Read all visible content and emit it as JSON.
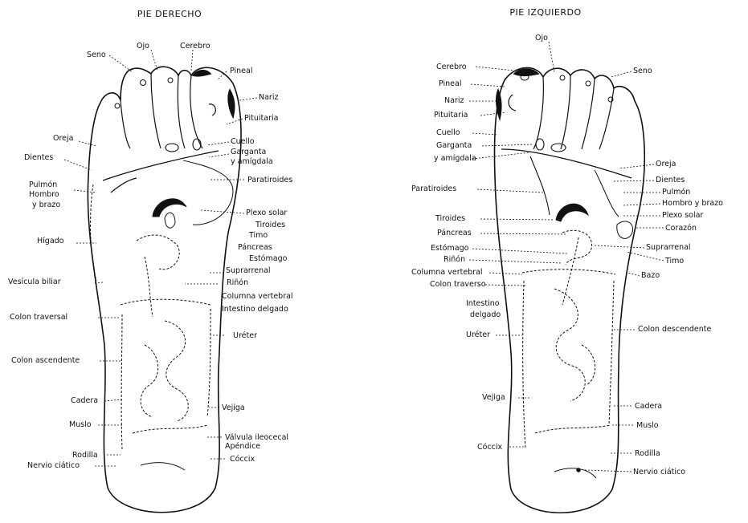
{
  "titles": {
    "right_foot": "PIE DERECHO",
    "left_foot": "PIE IZQUIERDO"
  },
  "right_foot": {
    "labels": [
      {
        "id": "seno",
        "text": "Seno"
      },
      {
        "id": "ojo",
        "text": "Ojo"
      },
      {
        "id": "cerebro",
        "text": "Cerebro"
      },
      {
        "id": "pineal",
        "text": "Pineal"
      },
      {
        "id": "nariz",
        "text": "Nariz"
      },
      {
        "id": "pituitaria",
        "text": "Pituitaria"
      },
      {
        "id": "oreja",
        "text": "Oreja"
      },
      {
        "id": "cuello",
        "text": "Cuello"
      },
      {
        "id": "garganta",
        "text": "Garganta"
      },
      {
        "id": "amigdala",
        "text": "y amígdala"
      },
      {
        "id": "dientes",
        "text": "Dientes"
      },
      {
        "id": "paratiroides",
        "text": "Paratiroides"
      },
      {
        "id": "pulmon",
        "text": "Pulmón"
      },
      {
        "id": "hombro",
        "text": "Hombro"
      },
      {
        "id": "brazo",
        "text": "y brazo"
      },
      {
        "id": "plexo-solar",
        "text": "Plexo solar"
      },
      {
        "id": "tiroides",
        "text": "Tiroides"
      },
      {
        "id": "timo",
        "text": "Timo"
      },
      {
        "id": "higado",
        "text": "Hígado"
      },
      {
        "id": "pancreas",
        "text": "Páncreas"
      },
      {
        "id": "estomago",
        "text": "Estómago"
      },
      {
        "id": "suprarrenal",
        "text": "Suprarrenal"
      },
      {
        "id": "vesicula",
        "text": "Vesícula biliar"
      },
      {
        "id": "rinon",
        "text": "Riñón"
      },
      {
        "id": "columna",
        "text": "Columna vertebral"
      },
      {
        "id": "intestino",
        "text": "Intestino delgado"
      },
      {
        "id": "colon-trans",
        "text": "Colon traversal"
      },
      {
        "id": "ureter",
        "text": "Uréter"
      },
      {
        "id": "colon-asc",
        "text": "Colon ascendente"
      },
      {
        "id": "cadera",
        "text": "Cadera"
      },
      {
        "id": "vejiga",
        "text": "Vejiga"
      },
      {
        "id": "muslo",
        "text": "Muslo"
      },
      {
        "id": "valvula",
        "text": "Válvula ileocecal"
      },
      {
        "id": "apendice",
        "text": "Apéndice"
      },
      {
        "id": "rodilla",
        "text": "Rodilla"
      },
      {
        "id": "coccix",
        "text": "Cóccix"
      },
      {
        "id": "nervio",
        "text": "Nervio ciático"
      }
    ]
  },
  "left_foot": {
    "labels": [
      {
        "id": "ojo",
        "text": "Ojo"
      },
      {
        "id": "cerebro",
        "text": "Cerebro"
      },
      {
        "id": "seno",
        "text": "Seno"
      },
      {
        "id": "pineal",
        "text": "Pineal"
      },
      {
        "id": "nariz",
        "text": "Nariz"
      },
      {
        "id": "pituitaria",
        "text": "Pituitaria"
      },
      {
        "id": "cuello",
        "text": "Cuello"
      },
      {
        "id": "garganta",
        "text": "Garganta"
      },
      {
        "id": "amigdala",
        "text": "y amígdala"
      },
      {
        "id": "oreja",
        "text": "Oreja"
      },
      {
        "id": "dientes",
        "text": "Dientes"
      },
      {
        "id": "pulmon",
        "text": "Pulmón"
      },
      {
        "id": "paratiroides",
        "text": "Paratiroides"
      },
      {
        "id": "hombro",
        "text": "Hombro y brazo"
      },
      {
        "id": "plexo-solar",
        "text": "Plexo solar"
      },
      {
        "id": "tiroides",
        "text": "Tiroides"
      },
      {
        "id": "corazon",
        "text": "Corazón"
      },
      {
        "id": "pancreas",
        "text": "Páncreas"
      },
      {
        "id": "suprarrenal",
        "text": "Suprarrenal"
      },
      {
        "id": "estomago",
        "text": "Estómago"
      },
      {
        "id": "timo",
        "text": "Timo"
      },
      {
        "id": "rinon",
        "text": "Riñón"
      },
      {
        "id": "bazo",
        "text": "Bazo"
      },
      {
        "id": "columna",
        "text": "Columna vertebral"
      },
      {
        "id": "colon-trav",
        "text": "Colon traverso"
      },
      {
        "id": "intestino1",
        "text": "Intestino"
      },
      {
        "id": "intestino2",
        "text": "delgado"
      },
      {
        "id": "colon-desc",
        "text": "Colon descendente"
      },
      {
        "id": "ureter",
        "text": "Uréter"
      },
      {
        "id": "vejiga",
        "text": "Vejiga"
      },
      {
        "id": "cadera",
        "text": "Cadera"
      },
      {
        "id": "muslo",
        "text": "Muslo"
      },
      {
        "id": "coccix",
        "text": "Cóccix"
      },
      {
        "id": "rodilla",
        "text": "Rodilla"
      },
      {
        "id": "nervio",
        "text": "Nervio ciático"
      }
    ]
  }
}
